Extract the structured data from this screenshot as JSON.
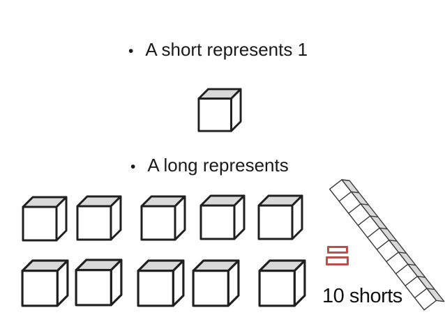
{
  "slide": {
    "bullets": [
      {
        "marker": "•",
        "text": "A short represents 1"
      },
      {
        "marker": "•",
        "text": "A long represents"
      }
    ],
    "caption": "10 shorts",
    "shorts": {
      "count": 10,
      "rows": 2,
      "cols": 5
    },
    "rod": {
      "segments": 10
    },
    "colors": {
      "background": "#ffffff",
      "text": "#1a1a1a",
      "cube_top": "#d9d9d9",
      "cube_face": "#ffffff",
      "cube_stroke": "#1f1f1f",
      "rod_stroke": "#3a3a3a",
      "equals_red": "#ba504a"
    }
  }
}
